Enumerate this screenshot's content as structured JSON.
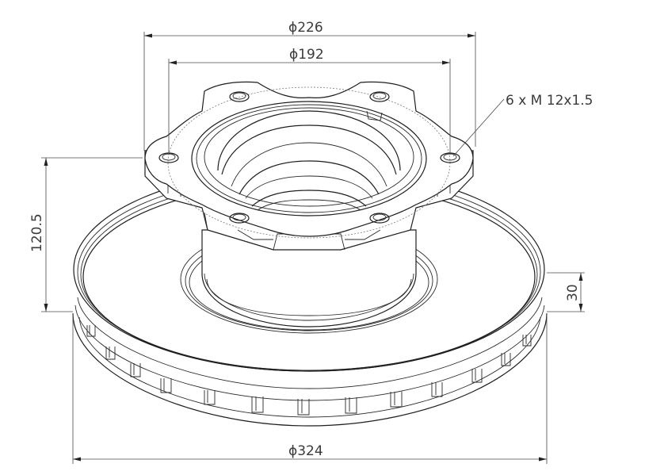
{
  "drawing": {
    "subject": "brake disc technical drawing",
    "line_color": "#1e1e1e",
    "text_color": "#3a3a3a",
    "background": "#ffffff"
  },
  "dimensions": {
    "outer_diameter": "ϕ324",
    "flange_diameter": "ϕ226",
    "bolt_circle_diameter": "ϕ192",
    "height": "120.5",
    "disc_thickness": "30",
    "bolt_callout": "6 x M 12x1.5"
  }
}
